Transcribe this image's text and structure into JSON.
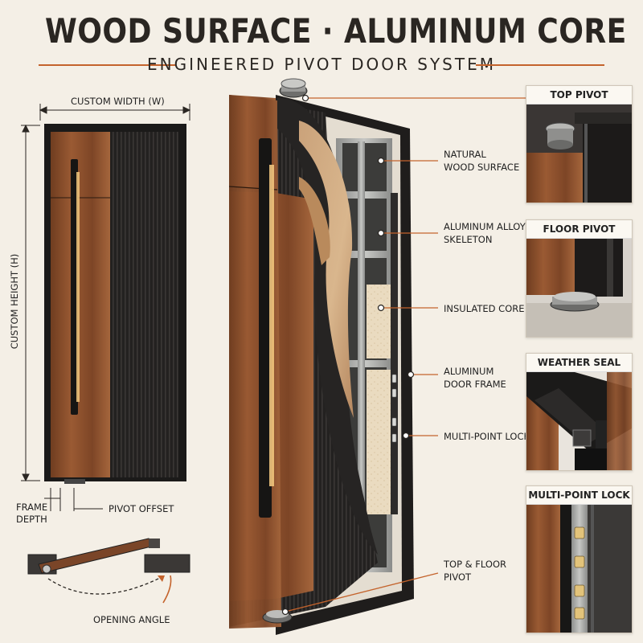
{
  "header": {
    "title": "WOOD SURFACE · ALUMINUM CORE",
    "subtitle": "ENGINEERED PIVOT DOOR SYSTEM"
  },
  "dimensions": {
    "width": "CUSTOM WIDTH (W)",
    "height": "CUSTOM HEIGHT (H)",
    "frame_depth_line1": "FRAME",
    "frame_depth_line2": "DEPTH",
    "pivot_offset": "PIVOT OFFSET",
    "opening_angle": "OPENING ANGLE"
  },
  "callouts": [
    {
      "line1": "NATURAL",
      "line2": "WOOD SURFACE"
    },
    {
      "line1": "ALUMINUM ALLOY",
      "line2": "SKELETON"
    },
    {
      "line1": "INSULATED CORE",
      "line2": ""
    },
    {
      "line1": "ALUMINUM",
      "line2": "DOOR FRAME"
    },
    {
      "line1": "MULTI-POINT LOCK",
      "line2": ""
    },
    {
      "line1": "TOP & FLOOR",
      "line2": "PIVOT"
    }
  ],
  "detail_panels": [
    {
      "title": "TOP PIVOT"
    },
    {
      "title": "FLOOR PIVOT"
    },
    {
      "title": "WEATHER SEAL"
    },
    {
      "title": "MULTI-POINT LOCK"
    }
  ],
  "colors": {
    "accent": "#c4632c",
    "walnut": "#8a4f2c",
    "black_panel": "#1e1c1b",
    "aluminum": "#a9aaa8",
    "background": "#f4efe6"
  }
}
